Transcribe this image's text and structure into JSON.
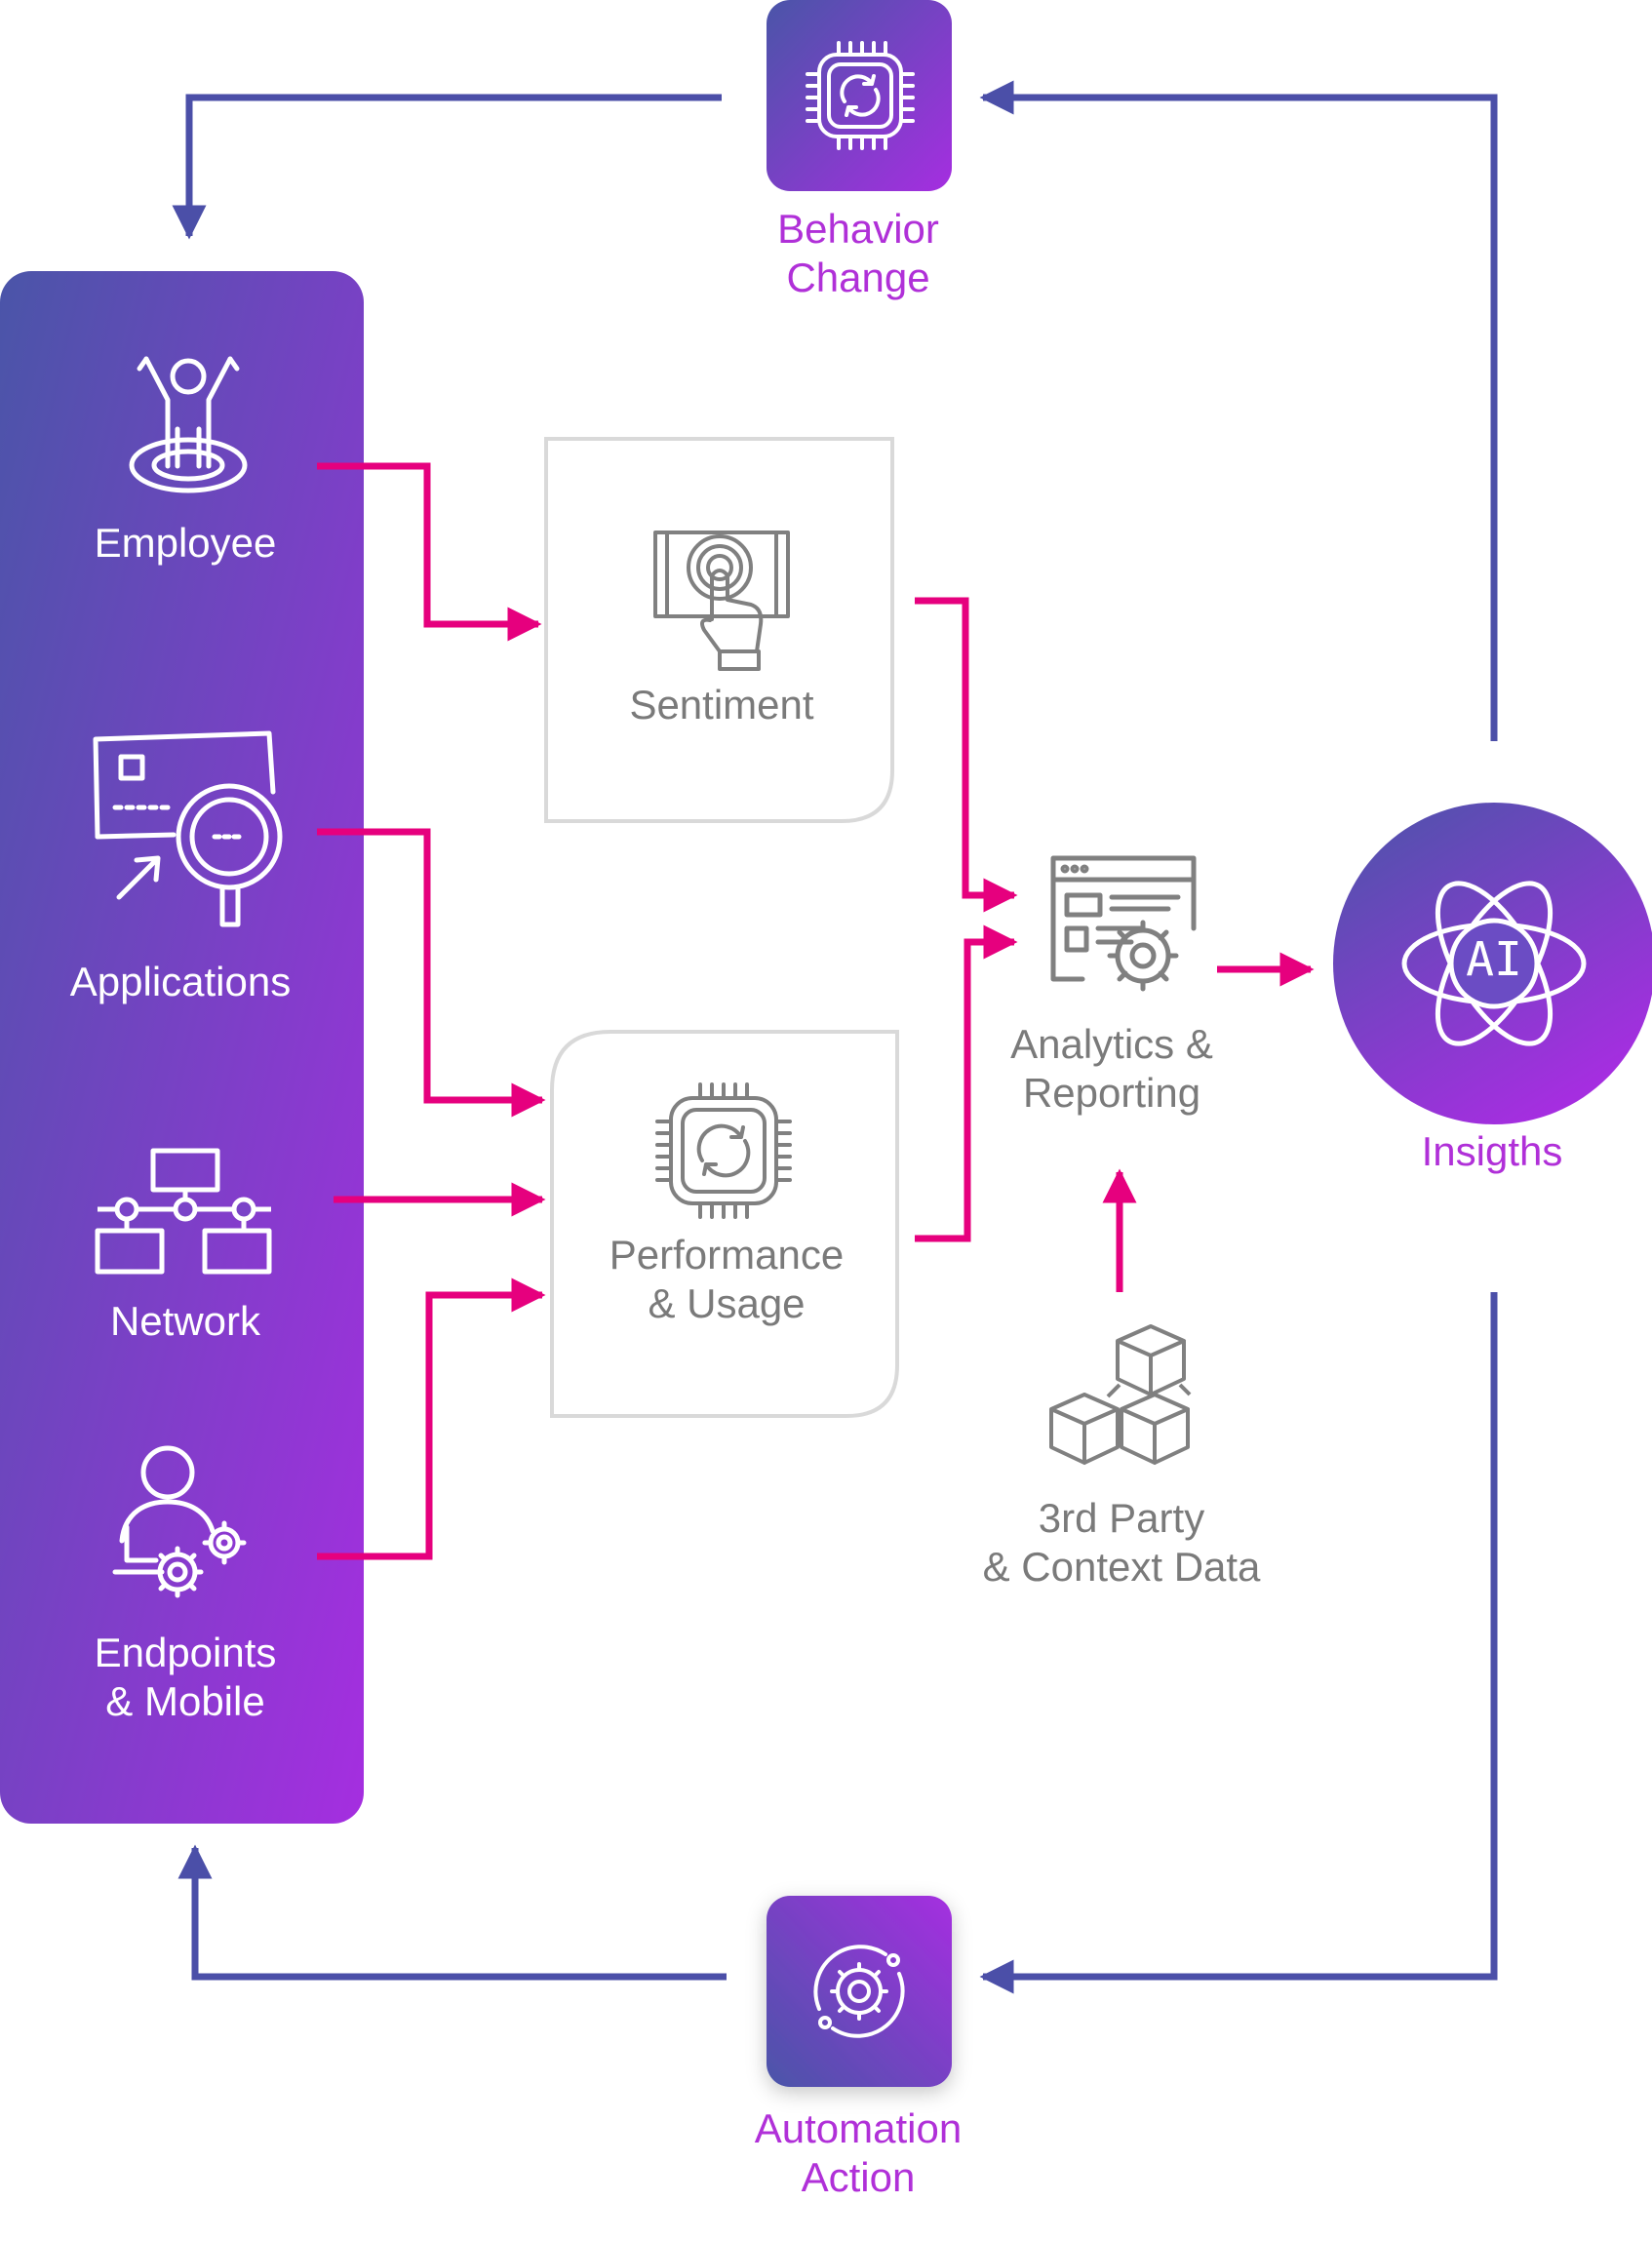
{
  "colors": {
    "accent_pink": "#e6007e",
    "flow_blue": "#4b4fa8",
    "gradient_start": "#4a55a8",
    "gradient_end": "#a52ee0",
    "label_purple": "#b030d8",
    "gray_text": "#7a7a7a",
    "gray_icon": "#808080",
    "box_border": "#d9d9d9"
  },
  "sources": [
    {
      "label": "Employee",
      "icon": "person-target-icon"
    },
    {
      "label": "Applications",
      "icon": "app-search-icon"
    },
    {
      "label": "Network",
      "icon": "network-icon"
    },
    {
      "label": "Endpoints\n& Mobile",
      "icon": "user-laptop-gears-icon"
    }
  ],
  "collectors": [
    {
      "label": "Sentiment",
      "icon": "touch-screen-icon"
    },
    {
      "label": "Performance\n& Usage",
      "icon": "processor-refresh-icon"
    }
  ],
  "analytics": {
    "label": "Analytics &\nReporting",
    "icon": "dashboard-gear-icon"
  },
  "third_party": {
    "label": "3rd Party\n& Context Data",
    "icon": "cubes-icon"
  },
  "insights": {
    "label": "Insigths",
    "badge": "AI",
    "icon": "ai-atom-icon"
  },
  "behavior_change": {
    "label": "Behavior\nChange",
    "icon": "chip-refresh-icon"
  },
  "automation_action": {
    "label": "Automation\nAction",
    "icon": "gear-orbit-icon"
  }
}
